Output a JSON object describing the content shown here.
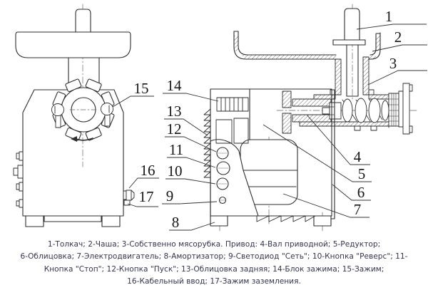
{
  "figure": {
    "parts": [
      {
        "num": "1",
        "name": "Толкач"
      },
      {
        "num": "2",
        "name": "Чаша"
      },
      {
        "num": "3",
        "name": "Собственно мясорубка"
      },
      {
        "num": "4",
        "name": "Вал приводной"
      },
      {
        "num": "5",
        "name": "Редуктор"
      },
      {
        "num": "6",
        "name": "Облицовка"
      },
      {
        "num": "7",
        "name": "Электродвигатель"
      },
      {
        "num": "8",
        "name": "Амортизатор"
      },
      {
        "num": "9",
        "name": "Светодиод \"Сеть\""
      },
      {
        "num": "10",
        "name": "Кнопка \"Реверс\""
      },
      {
        "num": "11",
        "name": "Кнопка \"Стоп\""
      },
      {
        "num": "12",
        "name": "Кнопка \"Пуск\""
      },
      {
        "num": "13",
        "name": "Облицовка задняя"
      },
      {
        "num": "14",
        "name": "Блок зажима"
      },
      {
        "num": "15",
        "name": "Зажим"
      },
      {
        "num": "16",
        "name": "Кабельный ввод"
      },
      {
        "num": "17",
        "name": "Зажим заземления"
      }
    ],
    "caption": {
      "lines": [
        "1-Толкач; 2-Чаша; 3-Собственно мясорубка. Привод: 4-Вал приводной; 5-Редуктор;",
        "6-Облицовка; 7-Электродвигатель; 8-Амортизатор; 9-Светодиод \"Сеть\"; 10-Кнопка \"Реверс\"; 11-",
        "Кнопка \"Стоп\"; 12-Кнопка \"Пуск\"; 13-Облицовка задняя; 14-Блок зажима; 15-Зажим;",
        "16-Кабельный ввод; 17-Зажим заземления."
      ]
    },
    "colors": {
      "line": "#2d2d2d",
      "label": "#151515",
      "caption_text": "#35354e",
      "background": "#ffffff"
    }
  }
}
